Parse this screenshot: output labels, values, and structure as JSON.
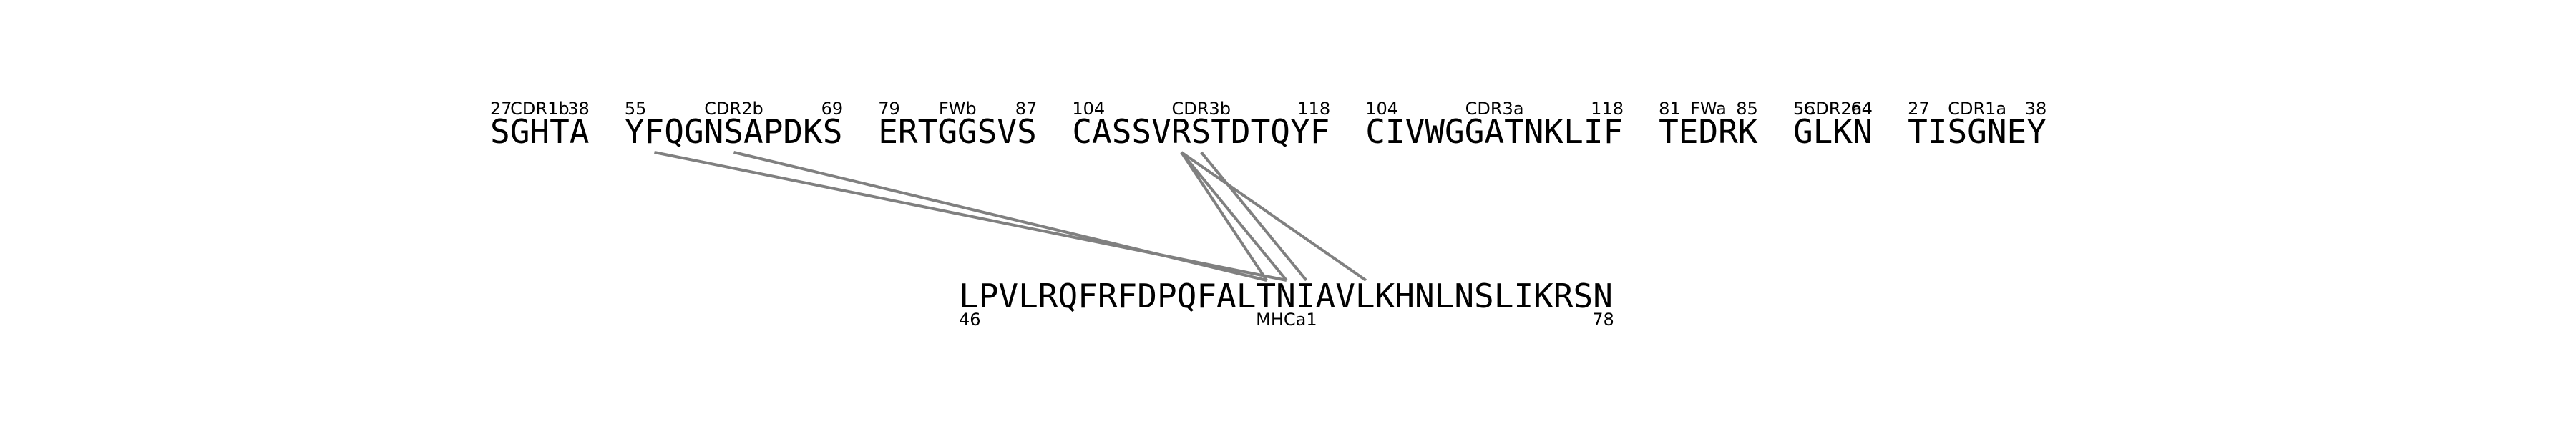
{
  "segments": [
    {
      "sequence": "SGHTA",
      "start": "27",
      "name": "CDR1b",
      "end": "38"
    },
    {
      "sequence": "YFQGNSAPDKS",
      "start": "55",
      "name": "CDR2b",
      "end": "69"
    },
    {
      "sequence": "ERTGGSVS",
      "start": "79",
      "name": "FWb",
      "end": "87"
    },
    {
      "sequence": "CASSVRSTDTQYF",
      "start": "104",
      "name": "CDR3b",
      "end": "118"
    },
    {
      "sequence": "CIVWGGATNKLIF",
      "start": "104",
      "name": "CDR3a",
      "end": "118"
    },
    {
      "sequence": "TEDRK",
      "start": "81",
      "name": "FWa",
      "end": "85"
    },
    {
      "sequence": "GLKN",
      "start": "56",
      "name": "CDR2a",
      "end": "64"
    },
    {
      "sequence": "TISGNEY",
      "start": "27",
      "name": "CDR1a",
      "end": "38"
    }
  ],
  "target": {
    "sequence": "LPVLRQFRFDPQFALTNIAVLKHNLNSLIKRSN",
    "start": "46",
    "name": "MHCa1",
    "end": "78"
  },
  "contacts": [
    {
      "segment": 1,
      "residue": 1,
      "target_residue": 16
    },
    {
      "segment": 1,
      "residue": 5,
      "target_residue": 15
    },
    {
      "segment": 3,
      "residue": 5,
      "target_residue": 15
    },
    {
      "segment": 3,
      "residue": 5,
      "target_residue": 16
    },
    {
      "segment": 3,
      "residue": 5,
      "target_residue": 20
    },
    {
      "segment": 3,
      "residue": 6,
      "target_residue": 17
    }
  ],
  "colors": {
    "link": "#808080",
    "text": "#000000"
  }
}
